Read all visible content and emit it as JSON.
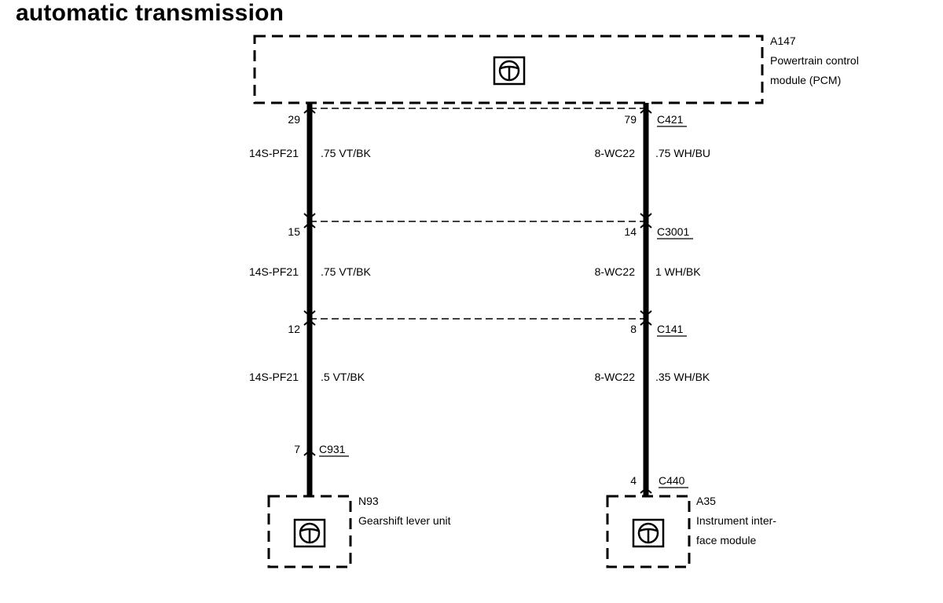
{
  "title": "automatic transmission",
  "modules": {
    "pcm": {
      "id": "A147",
      "name_line1": "Powertrain control",
      "name_line2": "module (PCM)",
      "icon": "steering-wheel-icon"
    },
    "gearshift": {
      "id": "N93",
      "name_line1": "Gearshift lever unit",
      "icon": "steering-wheel-icon"
    },
    "instrument": {
      "id": "A35",
      "name_line1": "Instrument inter-",
      "name_line2": "face module",
      "icon": "steering-wheel-icon"
    }
  },
  "left_wire": {
    "pins": [
      "29",
      "15",
      "12",
      "7"
    ],
    "segments": [
      {
        "circuit": "14S-PF21",
        "spec": ".75 VT/BK"
      },
      {
        "circuit": "14S-PF21",
        "spec": ".75 VT/BK"
      },
      {
        "circuit": "14S-PF21",
        "spec": ".5 VT/BK"
      }
    ],
    "end_connector": "C931"
  },
  "right_wire": {
    "pins": [
      "79",
      "14",
      "8",
      "4"
    ],
    "segments": [
      {
        "circuit": "8-WC22",
        "spec": ".75 WH/BU"
      },
      {
        "circuit": "8-WC22",
        "spec": "1 WH/BK"
      },
      {
        "circuit": "8-WC22",
        "spec": ".35 WH/BK"
      }
    ],
    "end_connector": "C440"
  },
  "connectors": [
    "C421",
    "C3001",
    "C141"
  ]
}
